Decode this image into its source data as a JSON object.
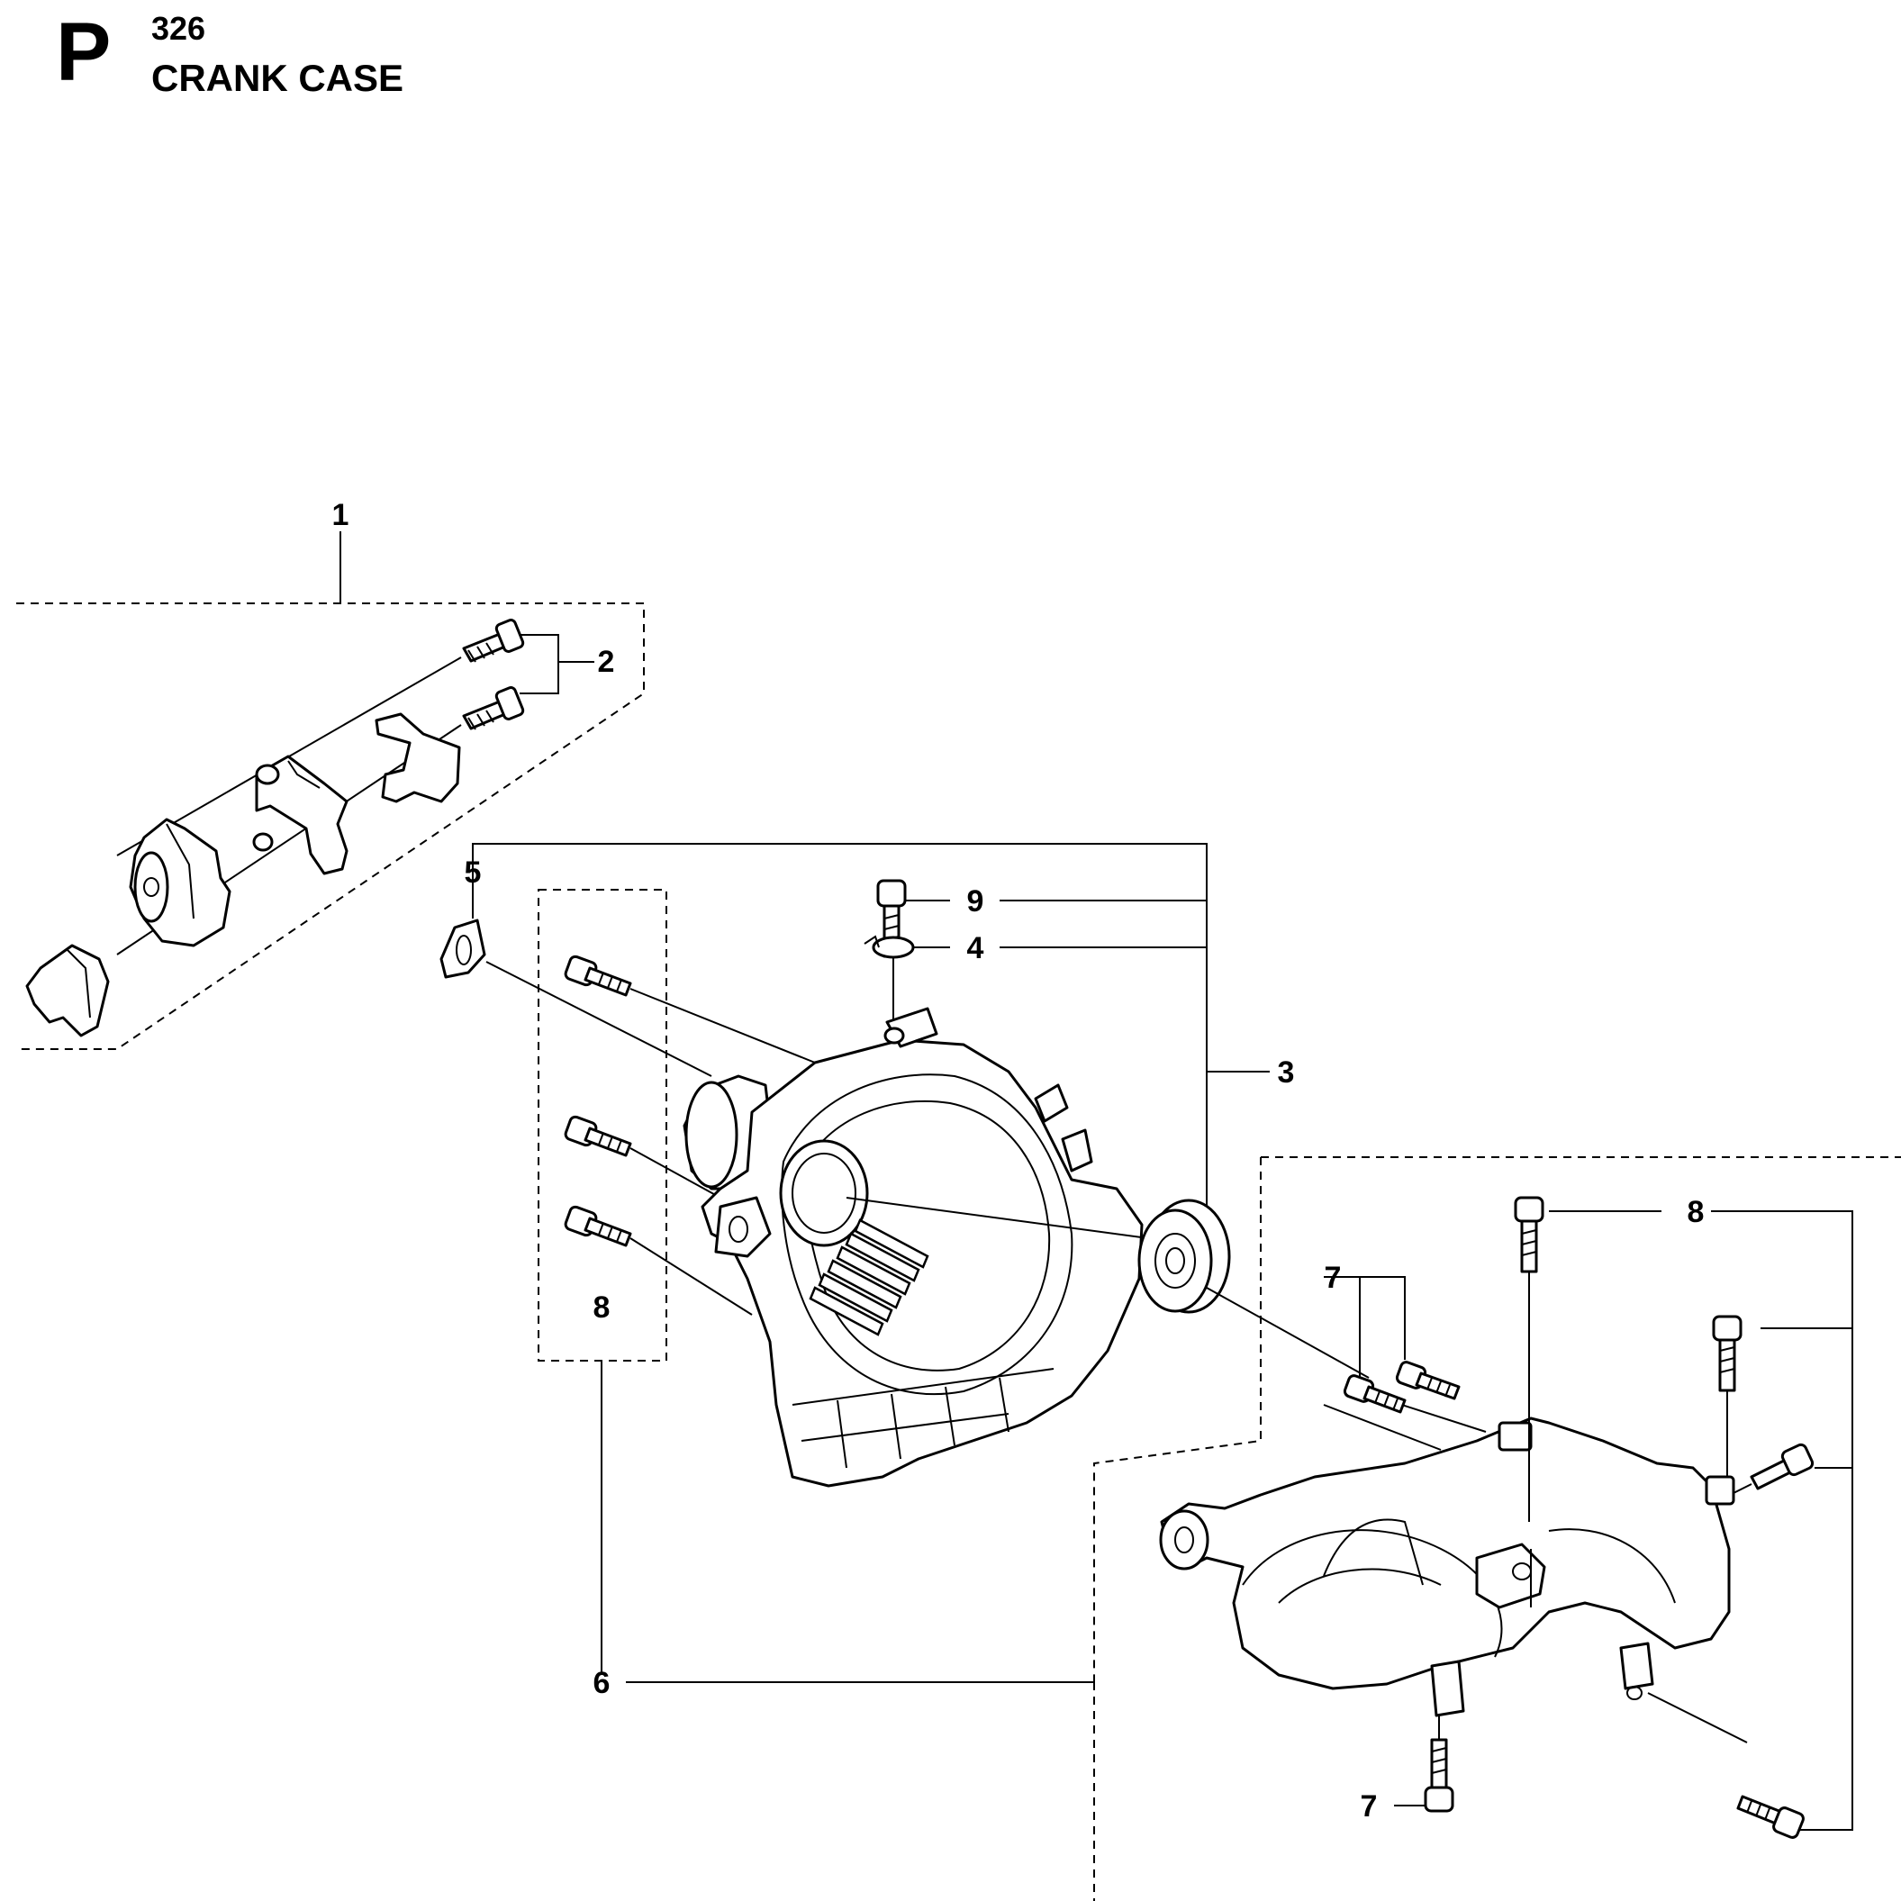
{
  "header": {
    "section_letter": "P",
    "model_number": "326",
    "title": "CRANK CASE"
  },
  "callouts": {
    "c1": "1",
    "c2": "2",
    "c3": "3",
    "c4": "4",
    "c5": "5",
    "c6": "6",
    "c7a": "7",
    "c7b": "7",
    "c8a": "8",
    "c8b": "8",
    "c9": "9"
  }
}
